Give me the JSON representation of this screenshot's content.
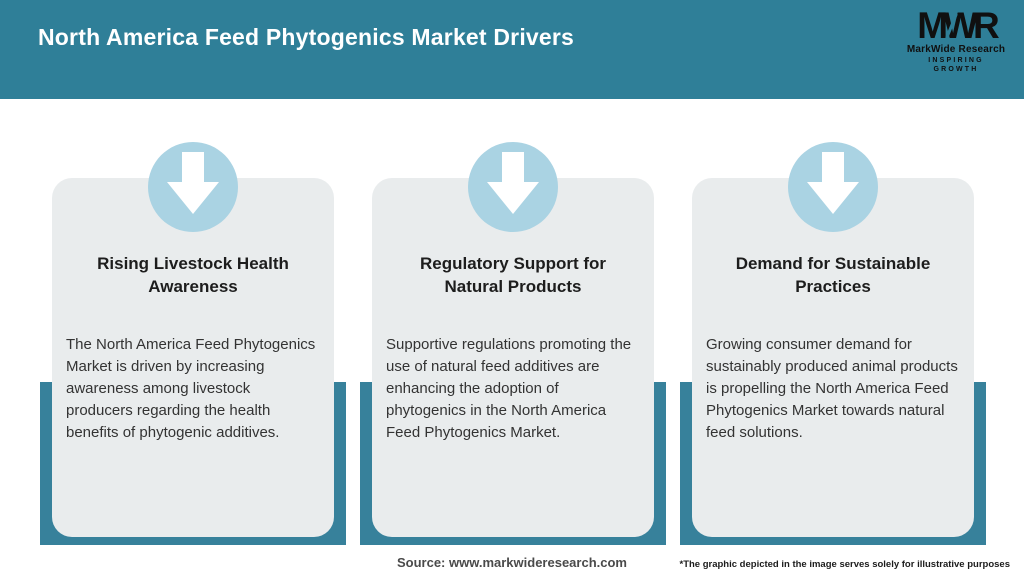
{
  "header": {
    "title": "North America Feed Phytogenics Market Drivers"
  },
  "logo": {
    "monogram": "MWR",
    "name": "MarkWide Research",
    "tagline": "INSPIRING GROWTH"
  },
  "cards": [
    {
      "title": "Rising Livestock Health Awareness",
      "description": "The North America Feed Phytogenics Market is driven by increasing awareness among livestock producers regarding the health benefits of phytogenic additives."
    },
    {
      "title": "Regulatory Support for Natural Products",
      "description": "Supportive regulations promoting the use of natural feed additives are enhancing the adoption of phytogenics in the North America Feed Phytogenics Market."
    },
    {
      "title": "Demand for Sustainable Practices",
      "description": "Growing consumer demand for sustainably produced animal products is propelling the North America Feed Phytogenics Market towards natural feed solutions."
    }
  ],
  "footer": {
    "source": "Source: www.markwideresearch.com",
    "disclaimer": "*The graphic depicted in the image serves solely for illustrative purposes"
  },
  "colors": {
    "header_teal": "#2f7f98",
    "accent_teal": "#37819b",
    "circle_blue": "#aad3e3",
    "card_gray": "#e9eced"
  }
}
